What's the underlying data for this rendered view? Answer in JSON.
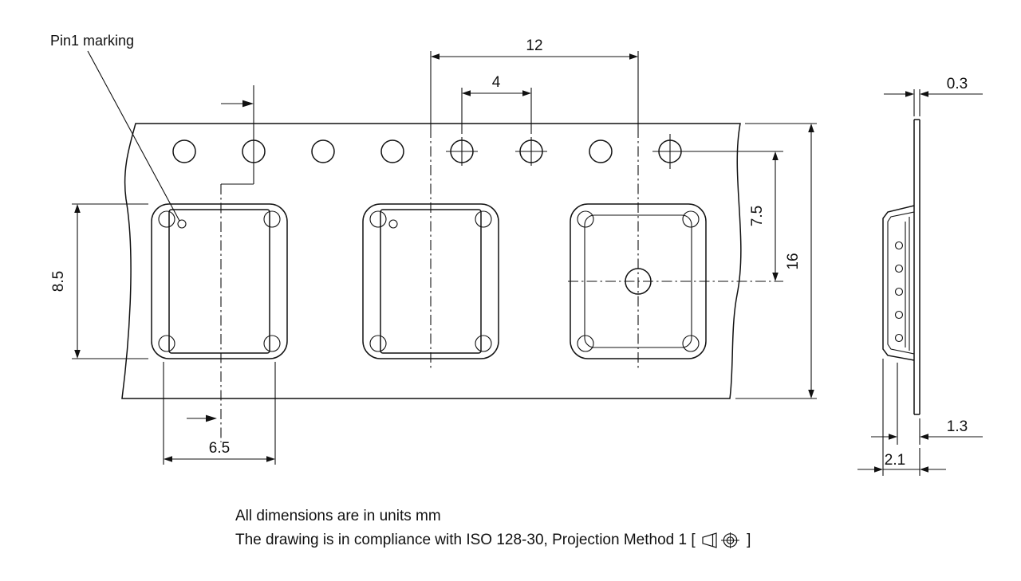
{
  "drawing": {
    "pin1_label": "Pin1 marking",
    "dims": {
      "pocket_pitch": "12",
      "sprocket_pitch": "4",
      "tape_thickness": "0.3",
      "pocket_length": "8.5",
      "hole_to_pocket_center": "7.5",
      "tape_width": "16",
      "pocket_width": "6.5",
      "pocket_inner_depth": "1.3",
      "pocket_total_depth": "2.1"
    },
    "notes": {
      "line1": "All dimensions are in units mm",
      "line2_before": "The drawing is in compliance with ISO 128-30, Projection Method 1 [ ",
      "line2_after": " ]"
    },
    "symbol_name": "first-angle-projection-icon"
  }
}
